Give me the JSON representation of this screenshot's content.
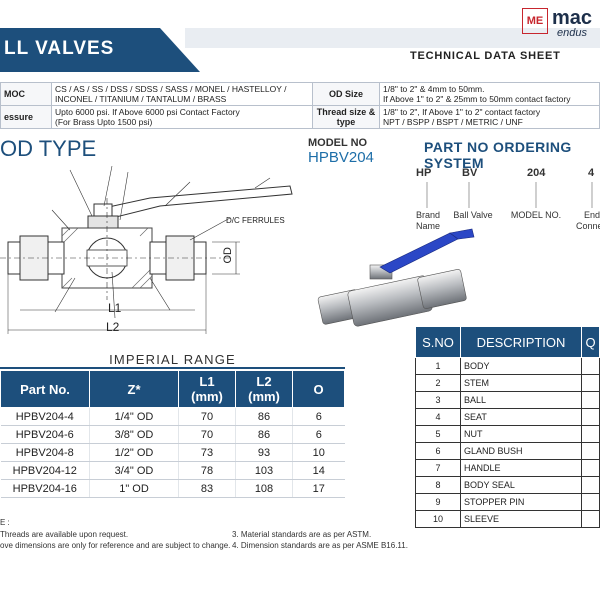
{
  "header": {
    "title": "LL VALVES",
    "subtitle": "TECHNICAL DATA SHEET",
    "logo_mark": "ME",
    "logo_word": "mac",
    "logo_sub": "endus"
  },
  "spec": {
    "moc_label": "MOC",
    "moc_value_1": "CS / AS / SS / DSS / SDSS / SASS / MONEL / HASTELLOY /",
    "moc_value_2": "INCONEL / TITANIUM / TANTALUM / BRASS",
    "od_label": "OD Size",
    "od_value_1": "1/8\" to 2\" & 4mm to 50mm.",
    "od_value_2": "If Above 1\" to 2\" & 25mm to 50mm contact factory",
    "pressure_label": "essure",
    "pressure_value_1": "Upto 6000 psi. If Above 6000 psi Contact Factory",
    "pressure_value_2": "(For Brass Upto 1500 psi)",
    "thread_label_1": "Thread size &",
    "thread_label_2": "type",
    "thread_value_1": "1/8\" to 2\",  If Above 1\" to 2\" contact factory",
    "thread_value_2": "NPT / BSPP / BSPT / METRIC / UNF"
  },
  "section": {
    "od_type": "OD TYPE",
    "model_no_label": "MODEL NO",
    "model_no_value": "HPBV204",
    "part_no_title": "PART NO ORDERING SYSTEM"
  },
  "ordering": {
    "codes": [
      "HP",
      "BV",
      "204",
      "4"
    ],
    "labels": [
      [
        "Brand",
        "Name"
      ],
      [
        "Ball Valve"
      ],
      [
        "MODEL NO."
      ],
      [
        "End",
        "Connection"
      ]
    ]
  },
  "drawing": {
    "ferrules": "D/C FERRULES",
    "od": "OD",
    "l1": "L1",
    "l2": "L2"
  },
  "imperial": {
    "title": "IMPERIAL RANGE",
    "headers": [
      [
        "Part No."
      ],
      [
        "Z*"
      ],
      [
        "L1",
        "(mm)"
      ],
      [
        "L2",
        "(mm)"
      ],
      [
        "O"
      ]
    ],
    "rows": [
      [
        "HPBV204-4",
        "1/4\" OD",
        "70",
        "86",
        "6"
      ],
      [
        "HPBV204-6",
        "3/8\" OD",
        "70",
        "86",
        "6"
      ],
      [
        "HPBV204-8",
        "1/2\" OD",
        "73",
        "93",
        "10"
      ],
      [
        "HPBV204-12",
        "3/4\" OD",
        "78",
        "103",
        "14"
      ],
      [
        "HPBV204-16",
        "1\" OD",
        "83",
        "108",
        "17"
      ]
    ]
  },
  "parts": {
    "headers": [
      "S.NO",
      "DESCRIPTION",
      "Q"
    ],
    "rows": [
      [
        "1",
        "BODY"
      ],
      [
        "2",
        "STEM"
      ],
      [
        "3",
        "BALL"
      ],
      [
        "4",
        "SEAT"
      ],
      [
        "5",
        "NUT"
      ],
      [
        "6",
        "GLAND BUSH"
      ],
      [
        "7",
        "HANDLE"
      ],
      [
        "8",
        "BODY SEAL"
      ],
      [
        "9",
        "STOPPER PIN"
      ],
      [
        "10",
        "SLEEVE"
      ]
    ]
  },
  "notes": {
    "title": "E :",
    "n1": "Threads are available upon request.",
    "n2": "ove dimensions are only for reference and are subject to change.",
    "n3": "3. Material standards are as per ASTM.",
    "n4": "4. Dimension standards are as per ASME B16.11."
  },
  "colors": {
    "brand_blue": "#1d4f7c",
    "accent_blue": "#1d6ea8",
    "logo_red": "#c7262e"
  }
}
